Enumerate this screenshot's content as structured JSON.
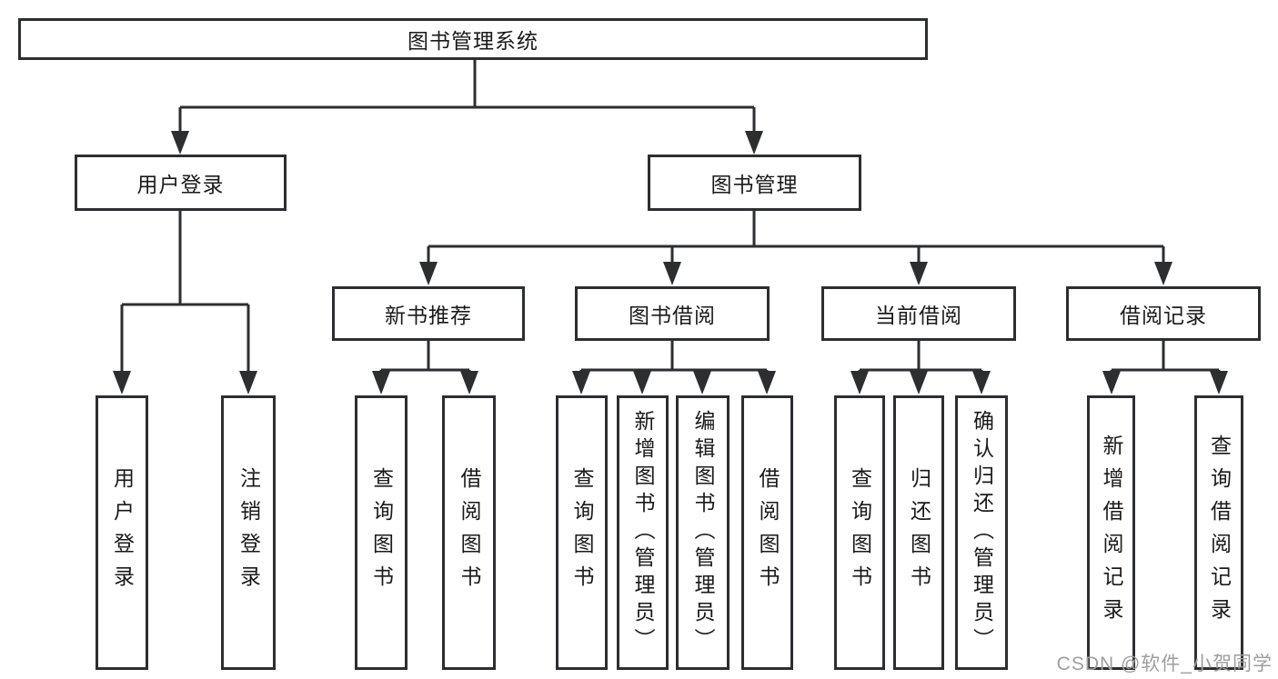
{
  "diagram": {
    "root": {
      "label": "图书管理系统"
    },
    "level2": [
      {
        "label": "用户登录",
        "children": [
          {
            "label": "用户登录"
          },
          {
            "label": "注销登录"
          }
        ]
      },
      {
        "label": "图书管理",
        "children": [
          {
            "label": "新书推荐",
            "children": [
              {
                "label": "查询图书"
              },
              {
                "label": "借阅图书"
              }
            ]
          },
          {
            "label": "图书借阅",
            "children": [
              {
                "label": "查询图书"
              },
              {
                "label": "新增图书（管理员）"
              },
              {
                "label": "编辑图书（管理员）"
              },
              {
                "label": "借阅图书"
              }
            ]
          },
          {
            "label": "当前借阅",
            "children": [
              {
                "label": "查询图书"
              },
              {
                "label": "归还图书"
              },
              {
                "label": "确认归还（管理员）"
              }
            ]
          },
          {
            "label": "借阅记录",
            "children": [
              {
                "label": "新增借阅记录"
              },
              {
                "label": "查询借阅记录"
              }
            ]
          }
        ]
      }
    ]
  },
  "watermark": {
    "text": "CSDN @软件_小贺同学"
  },
  "colors": {
    "line": "#2c2e30",
    "border": "#2c2e30",
    "text": "#1a1a1a",
    "watermark": "#9e9e9e",
    "background": "#ffffff"
  }
}
